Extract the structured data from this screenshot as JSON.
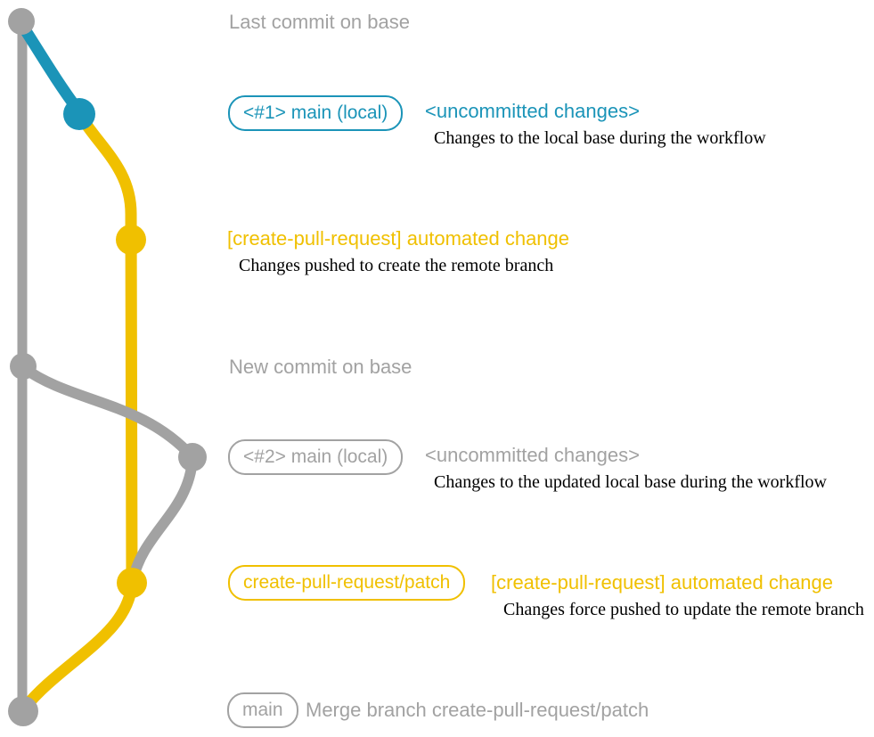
{
  "colors": {
    "gray": "#a2a2a2",
    "teal": "#1b94b8",
    "yellow": "#f0c000",
    "description": "#000000",
    "background": "#ffffff"
  },
  "rows": [
    {
      "kind": "caption",
      "text": "Last commit on base"
    },
    {
      "kind": "labeled",
      "color": "teal",
      "badge": "<#1> main (local)",
      "title": "<uncommitted changes>",
      "description": "Changes to the local base during the workflow"
    },
    {
      "kind": "titled",
      "color": "yellow",
      "title": "[create-pull-request] automated change",
      "description": "Changes pushed to create the remote branch"
    },
    {
      "kind": "caption",
      "text": "New commit on base"
    },
    {
      "kind": "labeled",
      "color": "gray",
      "badge": "<#2> main (local)",
      "title": "<uncommitted changes>",
      "description": "Changes to the updated local base during the workflow"
    },
    {
      "kind": "labeled",
      "color": "yellow",
      "badge": "create-pull-request/patch",
      "title": "[create-pull-request] automated change",
      "description": "Changes force pushed to update the remote branch"
    },
    {
      "kind": "labeled",
      "color": "gray",
      "badge": "main",
      "title": "Merge branch create-pull-request/patch"
    }
  ],
  "graph": {
    "branches": [
      "base",
      "main (local)",
      "create-pull-request/patch"
    ],
    "commit_count": 7
  }
}
